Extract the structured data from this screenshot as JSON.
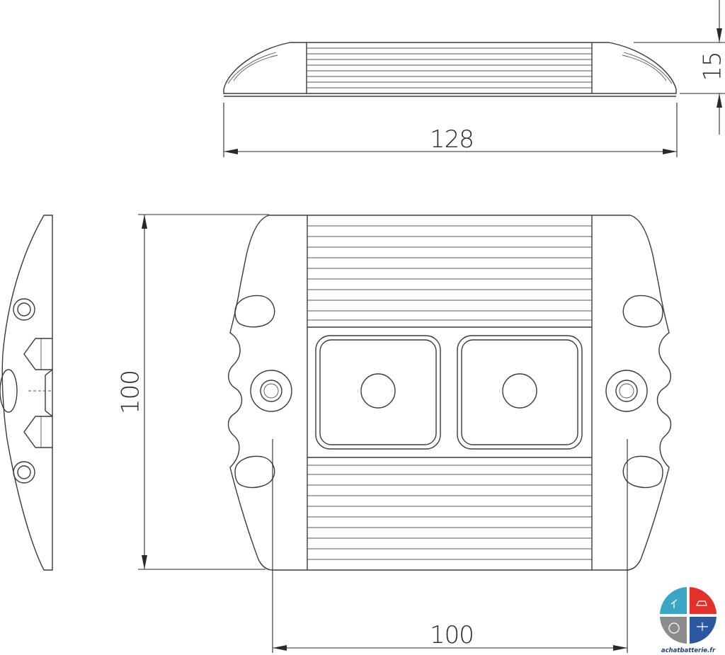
{
  "dimensions": {
    "length_top": "128",
    "height_side": "15",
    "width_left": "100",
    "length_bottom": "100"
  },
  "logo": {
    "text": "achatbatterie.fr",
    "colors": [
      "#3ba6c4",
      "#e2312a",
      "#8c8c8c",
      "#2b57a0"
    ]
  }
}
